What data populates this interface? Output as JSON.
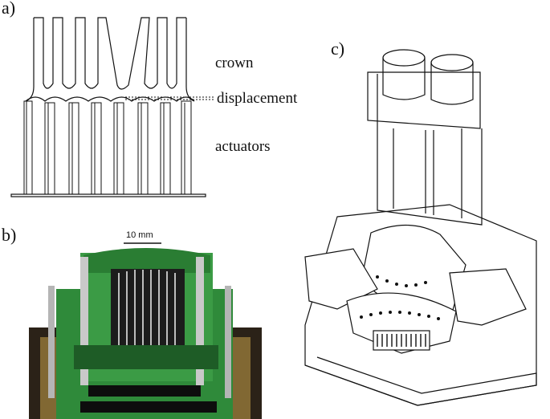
{
  "panels": {
    "a": {
      "label": "a)"
    },
    "b": {
      "label": "b)"
    },
    "c": {
      "label": "c)"
    }
  },
  "diagram_a": {
    "labels": {
      "crown": "crown",
      "displacement": "displacement",
      "actuators": "actuators"
    }
  },
  "photo_b": {
    "scale_bar": "10 mm"
  },
  "colors": {
    "line": "#111111",
    "pcb_green": "#2f8a3a",
    "pcb_dark": "#1e5c26",
    "metal": "#c9c9c9",
    "base_dark": "#2b2218"
  }
}
